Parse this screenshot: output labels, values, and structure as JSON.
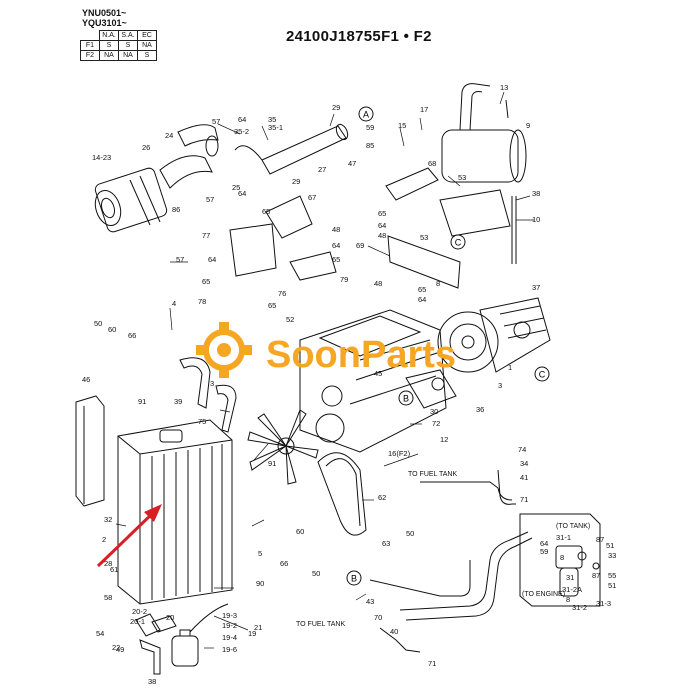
{
  "header": {
    "serials": [
      "YNU0501~",
      "YQU3101~"
    ],
    "model_code": "24100J18755F1 • F2"
  },
  "variant_table": {
    "columns": [
      "N.A.",
      "S.A.",
      "EC"
    ],
    "rows": [
      {
        "label": "F1",
        "cells": [
          "S",
          "S",
          "NA"
        ]
      },
      {
        "label": "F2",
        "cells": [
          "NA",
          "NA",
          "S"
        ]
      }
    ]
  },
  "watermark": {
    "text": "SoonParts",
    "color": "#f5a623"
  },
  "accent_color": "#d91f26",
  "callouts": [
    "A",
    "B",
    "C"
  ],
  "notes": {
    "to_fuel_tank_1": "TO FUEL TANK",
    "to_fuel_tank_2": "TO FUEL TANK",
    "to_tank": "(TO TANK)",
    "to_engine": "(TO ENGINE)"
  },
  "parts": [
    {
      "label": "14-23"
    },
    {
      "label": "24"
    },
    {
      "label": "25"
    },
    {
      "label": "26"
    },
    {
      "label": "27"
    },
    {
      "label": "29"
    },
    {
      "label": "29"
    },
    {
      "label": "57"
    },
    {
      "label": "64"
    },
    {
      "label": "35-2"
    },
    {
      "label": "35"
    },
    {
      "label": "35-1"
    },
    {
      "label": "59"
    },
    {
      "label": "15"
    },
    {
      "label": "17"
    },
    {
      "label": "13"
    },
    {
      "label": "9"
    },
    {
      "label": "85"
    },
    {
      "label": "47"
    },
    {
      "label": "68"
    },
    {
      "label": "53"
    },
    {
      "label": "38"
    },
    {
      "label": "10"
    },
    {
      "label": "65"
    },
    {
      "label": "64"
    },
    {
      "label": "48"
    },
    {
      "label": "53"
    },
    {
      "label": "69"
    },
    {
      "label": "77"
    },
    {
      "label": "67"
    },
    {
      "label": "48"
    },
    {
      "label": "64"
    },
    {
      "label": "65"
    },
    {
      "label": "79"
    },
    {
      "label": "57"
    },
    {
      "label": "64"
    },
    {
      "label": "65"
    },
    {
      "label": "78"
    },
    {
      "label": "76"
    },
    {
      "label": "65"
    },
    {
      "label": "52"
    },
    {
      "label": "86"
    },
    {
      "label": "57"
    },
    {
      "label": "65"
    },
    {
      "label": "64"
    },
    {
      "label": "50"
    },
    {
      "label": "60"
    },
    {
      "label": "66"
    },
    {
      "label": "4"
    },
    {
      "label": "3"
    },
    {
      "label": "1"
    },
    {
      "label": "37"
    },
    {
      "label": "46"
    },
    {
      "label": "91"
    },
    {
      "label": "39"
    },
    {
      "label": "75"
    },
    {
      "label": "45"
    },
    {
      "label": "36"
    },
    {
      "label": "30"
    },
    {
      "label": "72"
    },
    {
      "label": "12"
    },
    {
      "label": "16(F2)"
    },
    {
      "label": "74"
    },
    {
      "label": "34"
    },
    {
      "label": "41"
    },
    {
      "label": "71"
    },
    {
      "label": "91"
    },
    {
      "label": "62"
    },
    {
      "label": "32"
    },
    {
      "label": "28"
    },
    {
      "label": "2"
    },
    {
      "label": "61"
    },
    {
      "label": "58"
    },
    {
      "label": "5"
    },
    {
      "label": "66"
    },
    {
      "label": "60"
    },
    {
      "label": "50"
    },
    {
      "label": "63"
    },
    {
      "label": "50"
    },
    {
      "label": "90"
    },
    {
      "label": "20-2"
    },
    {
      "label": "20-1"
    },
    {
      "label": "20"
    },
    {
      "label": "54"
    },
    {
      "label": "49"
    },
    {
      "label": "21"
    },
    {
      "label": "22"
    },
    {
      "label": "38"
    },
    {
      "label": "19-3"
    },
    {
      "label": "19-2"
    },
    {
      "label": "19-4"
    },
    {
      "label": "19-6"
    },
    {
      "label": "19"
    },
    {
      "label": "43"
    },
    {
      "label": "70"
    },
    {
      "label": "71"
    },
    {
      "label": "40"
    },
    {
      "label": "3"
    },
    {
      "label": "48"
    },
    {
      "label": "65"
    },
    {
      "label": "64"
    },
    {
      "label": "8"
    },
    {
      "label": "31-1"
    },
    {
      "label": "64"
    },
    {
      "label": "59"
    },
    {
      "label": "8"
    },
    {
      "label": "87"
    },
    {
      "label": "51"
    },
    {
      "label": "33"
    },
    {
      "label": "31"
    },
    {
      "label": "31-2A"
    },
    {
      "label": "87"
    },
    {
      "label": "55"
    },
    {
      "label": "51"
    },
    {
      "label": "31-2"
    },
    {
      "label": "31-3"
    },
    {
      "label": "8"
    }
  ]
}
